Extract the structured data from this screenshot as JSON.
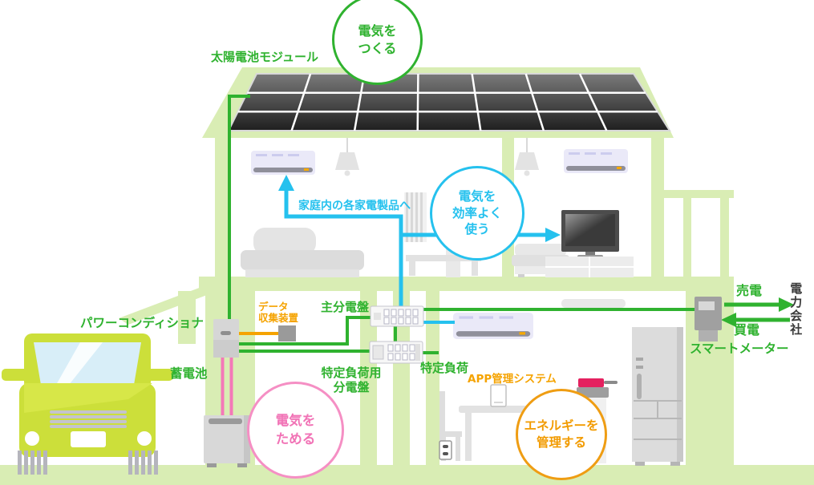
{
  "diagram_title": "HEMS home energy system illustration",
  "labels": {
    "solar_module": "太陽電池モジュール",
    "to_appliances": "家庭内の各家電製品へ",
    "sell": "売電",
    "buy": "買電",
    "power_company": "電力会社",
    "smart_meter": "スマートメーター",
    "power_conditioner": "パワーコンディショナ",
    "data_collector": "データ\n収集装置",
    "main_panel": "主分電盤",
    "battery": "蓄電池",
    "load_panel": "特定負荷用\n分電盤",
    "specific_load": "特定負荷",
    "app_system": "APP管理システム"
  },
  "bubbles": {
    "generate": {
      "text": "電気を\nつくる",
      "color": "#2fb22f"
    },
    "use": {
      "text": "電気を\n効率よく\n使う",
      "color": "#25c1ee"
    },
    "store": {
      "text": "電気を\nためる",
      "color": "#f173b6"
    },
    "manage": {
      "text": "エネルギーを\n管理する",
      "color": "#f29b00"
    }
  },
  "colors": {
    "green_accent": "#2fb22f",
    "cyan_accent": "#25c1ee",
    "orange_accent": "#f5a300",
    "pink_accent": "#f173b6",
    "house_green": "#d9edb4",
    "solar_panel_dark": "#2a2a2a",
    "car_lime": "#ccdf3a",
    "pan_red": "#e4215f"
  }
}
